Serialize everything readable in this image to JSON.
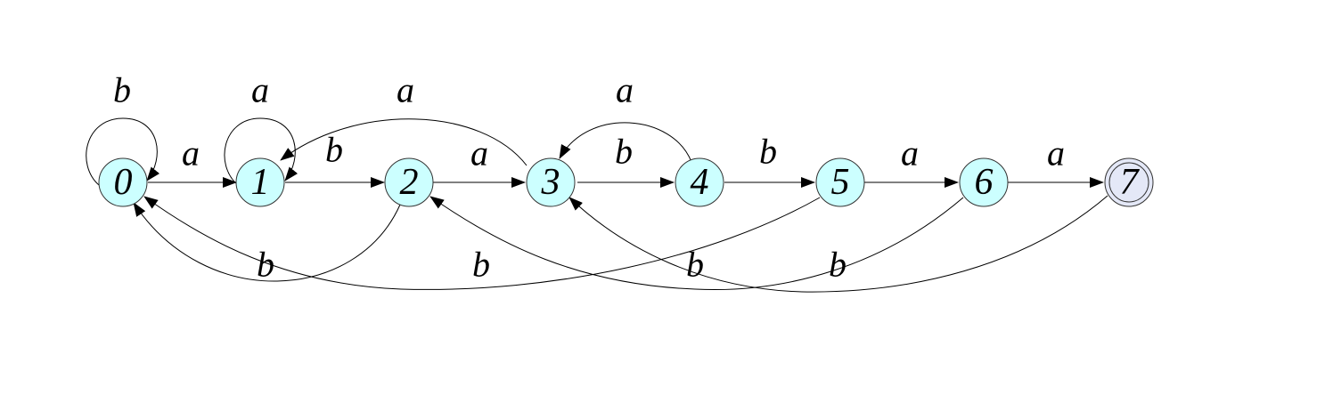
{
  "automaton": {
    "states": [
      {
        "id": "0",
        "label": "0",
        "accepting": false
      },
      {
        "id": "1",
        "label": "1",
        "accepting": false
      },
      {
        "id": "2",
        "label": "2",
        "accepting": false
      },
      {
        "id": "3",
        "label": "3",
        "accepting": false
      },
      {
        "id": "4",
        "label": "4",
        "accepting": false
      },
      {
        "id": "5",
        "label": "5",
        "accepting": false
      },
      {
        "id": "6",
        "label": "6",
        "accepting": false
      },
      {
        "id": "7",
        "label": "7",
        "accepting": true
      }
    ],
    "transitions": [
      {
        "from": "0",
        "to": "0",
        "symbol": "b"
      },
      {
        "from": "0",
        "to": "1",
        "symbol": "a"
      },
      {
        "from": "1",
        "to": "1",
        "symbol": "a"
      },
      {
        "from": "1",
        "to": "2",
        "symbol": "b"
      },
      {
        "from": "2",
        "to": "3",
        "symbol": "a"
      },
      {
        "from": "3",
        "to": "1",
        "symbol": "a"
      },
      {
        "from": "3",
        "to": "4",
        "symbol": "b"
      },
      {
        "from": "4",
        "to": "3",
        "symbol": "a"
      },
      {
        "from": "4",
        "to": "5",
        "symbol": "b"
      },
      {
        "from": "5",
        "to": "6",
        "symbol": "a"
      },
      {
        "from": "6",
        "to": "7",
        "symbol": "a"
      },
      {
        "from": "2",
        "to": "0",
        "symbol": "b"
      },
      {
        "from": "5",
        "to": "0",
        "symbol": "b"
      },
      {
        "from": "6",
        "to": "2",
        "symbol": "b"
      },
      {
        "from": "7",
        "to": "3",
        "symbol": "b"
      }
    ],
    "colors": {
      "state_fill": "#ccffff",
      "accepting_fill": "#e4e8f7",
      "stroke": "#333333",
      "edge": "#000000"
    }
  }
}
